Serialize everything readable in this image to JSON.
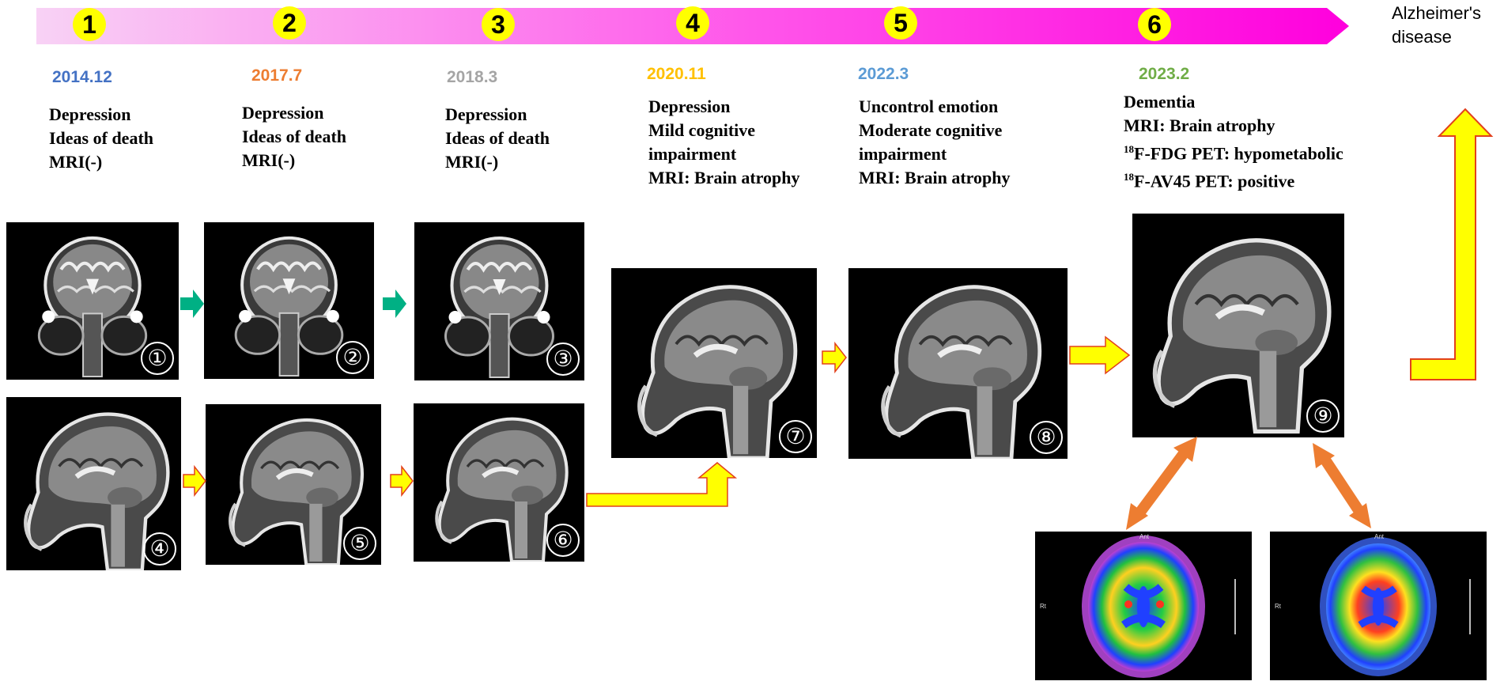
{
  "end_label": "Alzheimer's disease",
  "stages": [
    {
      "num": "1",
      "date": "2014.12",
      "date_color": "#4472c4",
      "lines": [
        "Depression",
        "Ideas of death",
        "MRI(-)"
      ]
    },
    {
      "num": "2",
      "date": "2017.7",
      "date_color": "#ed7d31",
      "lines": [
        "Depression",
        "Ideas of death",
        "MRI(-)"
      ]
    },
    {
      "num": "3",
      "date": "2018.3",
      "date_color": "#a5a5a5",
      "lines": [
        "Depression",
        "Ideas of death",
        "MRI(-)"
      ]
    },
    {
      "num": "4",
      "date": "2020.11",
      "date_color": "#ffc000",
      "lines": [
        "Depression",
        "Mild cognitive",
        "impairment",
        "MRI: Brain atrophy"
      ]
    },
    {
      "num": "5",
      "date": "2022.3",
      "date_color": "#5b9bd5",
      "lines": [
        "Uncontrol emotion",
        "Moderate cognitive",
        "impairment",
        "MRI: Brain atrophy"
      ]
    },
    {
      "num": "6",
      "date": "2023.2",
      "date_color": "#70ad47",
      "lines": [
        "Dementia",
        "MRI: Brain atrophy"
      ],
      "pet_lines": [
        {
          "sup": "18",
          "text": "F-FDG PET: hypometabolic"
        },
        {
          "sup": "18",
          "text": "F-AV45 PET: positive"
        }
      ]
    }
  ],
  "panels": [
    "①",
    "②",
    "③",
    "④",
    "⑤",
    "⑥",
    "⑦",
    "⑧",
    "⑨"
  ],
  "pet_scans": [
    {
      "top_label": "Ant",
      "side_label": "Rt"
    },
    {
      "top_label": "Ant",
      "side_label": "Rt"
    }
  ],
  "colors": {
    "timeline_start": "#f8d0f4",
    "timeline_end": "#ff00dd",
    "stage_circle": "#ffff00",
    "arrow_fill": "#ffff00",
    "arrow_stroke": "#e2401c",
    "teal_arrow": "#00b084",
    "orange_arrow": "#ed7d31"
  }
}
